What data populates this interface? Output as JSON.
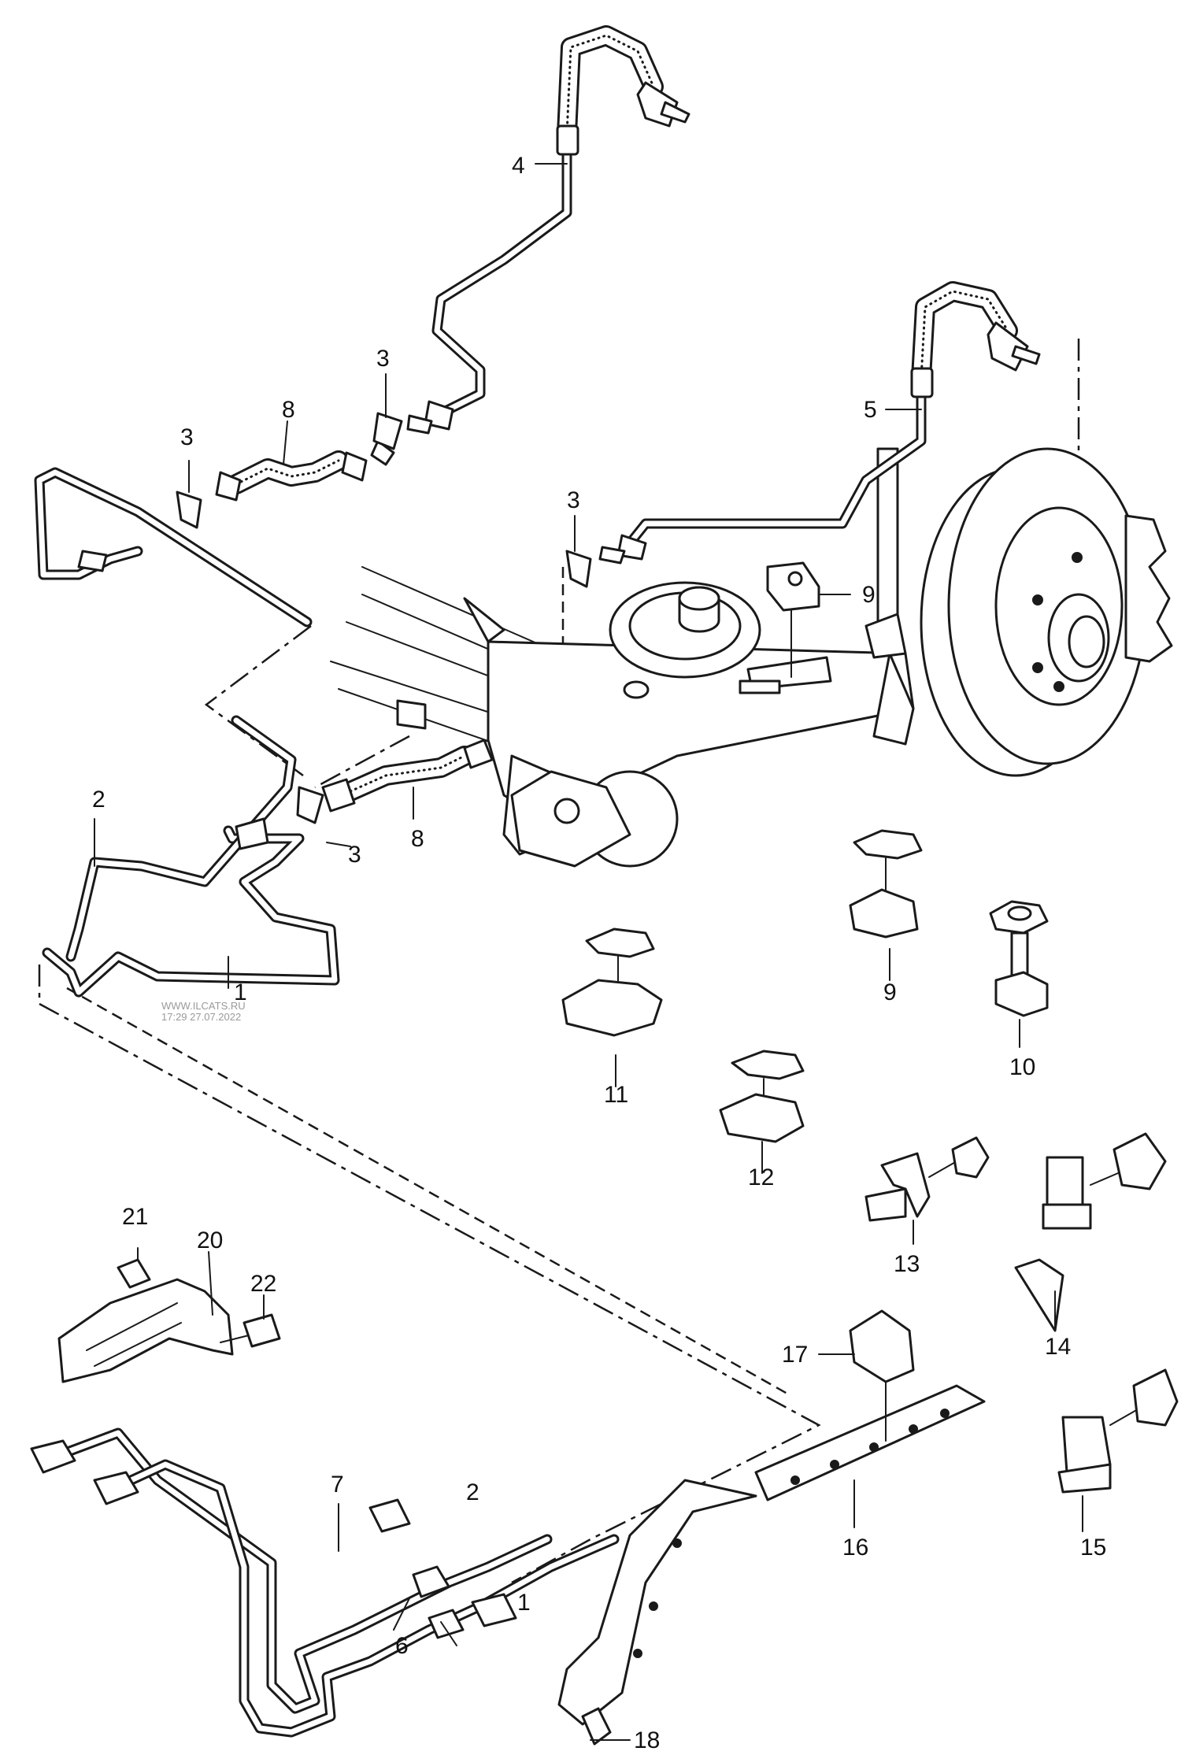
{
  "watermark": {
    "site": "WWW.ILCATS.RU",
    "stamp": "17:29 27.07.2022"
  },
  "callouts": [
    {
      "id": "c1a",
      "text": "1"
    },
    {
      "id": "c1b",
      "text": "1"
    },
    {
      "id": "c2a",
      "text": "2"
    },
    {
      "id": "c2b",
      "text": "2"
    },
    {
      "id": "c3a",
      "text": "3"
    },
    {
      "id": "c3b",
      "text": "3"
    },
    {
      "id": "c3c",
      "text": "3"
    },
    {
      "id": "c3d",
      "text": "3"
    },
    {
      "id": "c4",
      "text": "4"
    },
    {
      "id": "c5",
      "text": "5"
    },
    {
      "id": "c6",
      "text": "6"
    },
    {
      "id": "c7",
      "text": "7"
    },
    {
      "id": "c8a",
      "text": "8"
    },
    {
      "id": "c8b",
      "text": "8"
    },
    {
      "id": "c9a",
      "text": "9"
    },
    {
      "id": "c9b",
      "text": "9"
    },
    {
      "id": "c10",
      "text": "10"
    },
    {
      "id": "c11",
      "text": "11"
    },
    {
      "id": "c12",
      "text": "12"
    },
    {
      "id": "c13",
      "text": "13"
    },
    {
      "id": "c14",
      "text": "14"
    },
    {
      "id": "c15",
      "text": "15"
    },
    {
      "id": "c16",
      "text": "16"
    },
    {
      "id": "c17",
      "text": "17"
    },
    {
      "id": "c18",
      "text": "18"
    },
    {
      "id": "c20",
      "text": "20"
    },
    {
      "id": "c21",
      "text": "21"
    },
    {
      "id": "c22",
      "text": "22"
    }
  ]
}
